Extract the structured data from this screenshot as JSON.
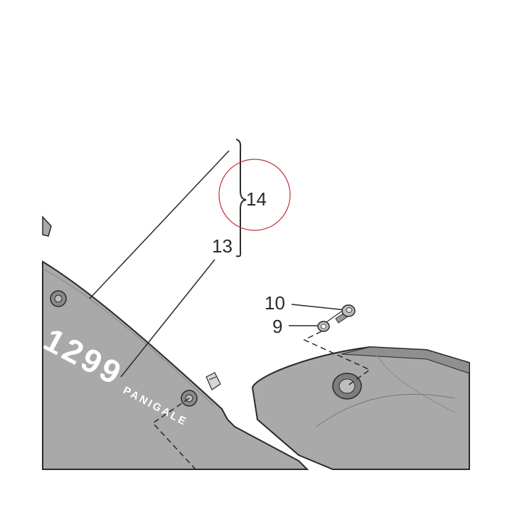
{
  "callouts": {
    "c14": "14",
    "c13": "13",
    "c10": "10",
    "c9": "9"
  },
  "fairing_decal": {
    "model": "1299",
    "name": "PANIGALE"
  },
  "colors": {
    "panel_fill": "#a9a9a9",
    "line": "#2a2a2a",
    "highlight_circle": "#c0303a",
    "background": "#ffffff"
  }
}
